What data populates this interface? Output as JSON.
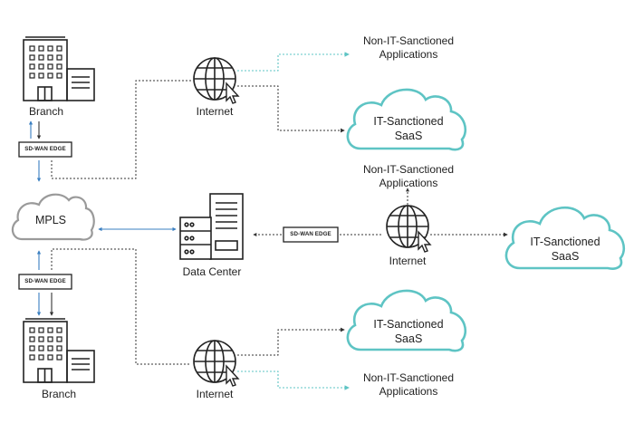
{
  "labels": {
    "branch_top": "Branch",
    "branch_bottom": "Branch",
    "internet_top": "Internet",
    "internet_mid": "Internet",
    "internet_bottom": "Internet",
    "data_center": "Data Center",
    "mpls": "MPLS",
    "sdwan_edge_top": "SD-WAN EDGE",
    "sdwan_edge_bottom": "SD-WAN EDGE",
    "sdwan_edge_dc": "SD-WAN EDGE",
    "non_it_top_line1": "Non-IT-Sanctioned",
    "non_it_top_line2": "Applications",
    "non_it_mid_line1": "Non-IT-Sanctioned",
    "non_it_mid_line2": "Applications",
    "non_it_bottom_line1": "Non-IT-Sanctioned",
    "non_it_bottom_line2": "Applications",
    "saas_top_line1": "IT-Sanctioned",
    "saas_top_line2": "SaaS",
    "saas_right_line1": "IT-Sanctioned",
    "saas_right_line2": "SaaS",
    "saas_bottom_line1": "IT-Sanctioned",
    "saas_bottom_line2": "SaaS"
  },
  "colors": {
    "teal": "#5ec4c4",
    "blue": "#3a7fc1",
    "gray_cloud": "#9a9a9a",
    "line": "#333333"
  },
  "icons": {
    "building": "building-icon",
    "globe": "globe-icon",
    "cursor": "cursor-icon",
    "server": "server-icon",
    "cloud": "cloud-icon"
  }
}
